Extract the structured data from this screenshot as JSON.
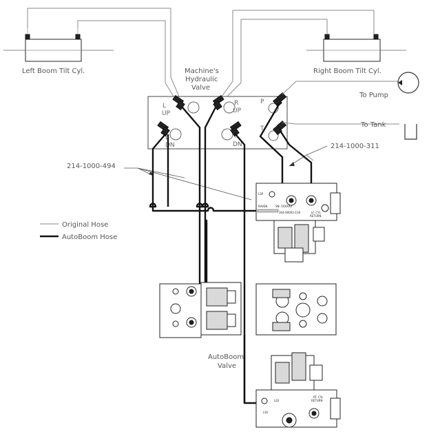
{
  "labels": {
    "left_cyl": "Left Boom Tilt Cyl.",
    "right_cyl": "Right Boom Tilt Cyl.",
    "machine_valve_1": "Machine's",
    "machine_valve_2": "Hydraulic",
    "machine_valve_3": "Valve",
    "to_pump": "To Pump",
    "to_tank": "To Tank",
    "hose_311": "214-1000-311",
    "hose_494": "214-1000-494",
    "autoboom_valve_1": "AutoBoom",
    "autoboom_valve_2": "Valve"
  },
  "ports": {
    "l_up_1": "L",
    "l_up_2": "UP",
    "l_dn_1": "L",
    "l_dn_2": "DN",
    "r_up_1": "R",
    "r_up_2": "UP",
    "r_dn_1": "R",
    "r_dn_2": "DN",
    "p": "P",
    "t": "T"
  },
  "legend": {
    "original": "Original Hose",
    "autoboom": "AutoBoom Hose"
  },
  "block_text": {
    "lsp": "LSP",
    "raven": "RAVEN",
    "sn": "SN: 5XXXXX",
    "partno": "304-00003-118",
    "lf_cyl": "LF. CYL",
    "return": "RETURN",
    "rt_cyl": "RT. CYL",
    "return2": "RETURN",
    "ls2": "LS2",
    "lsv": "LSV"
  },
  "colors": {
    "hose": "#111111",
    "original_hose": "#888888",
    "text": "#555555"
  }
}
